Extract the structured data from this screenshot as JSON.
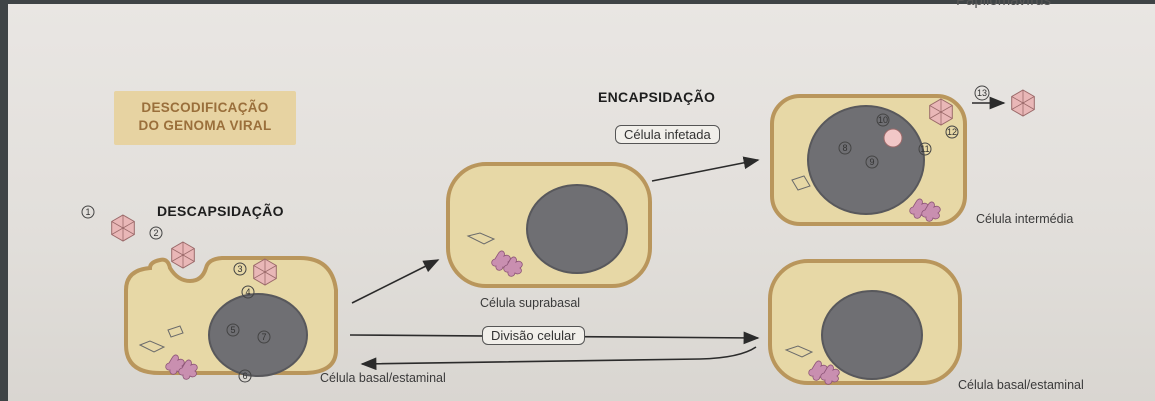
{
  "labels": {
    "header_cut": "Papilomavírus",
    "descodificacao_line1": "DESCODIFICAÇÃO",
    "descodificacao_line2": "DO GENOMA VIRAL",
    "descapsidacao": "DESCAPSIDAÇÃO",
    "encapsidacao": "ENCAPSIDAÇÃO",
    "celula_infetada": "Célula infetada",
    "divisao_celular": "Divisão celular",
    "celula_suprabasal": "Célula suprabasal",
    "celula_intermedia": "Célula intermédia",
    "celula_basal_estaminal_left": "Célula basal/estaminal",
    "celula_basal_estaminal_right": "Célula basal/estaminal"
  },
  "step_numbers": [
    "1",
    "2",
    "3",
    "4",
    "5",
    "6",
    "7",
    "8",
    "9",
    "10",
    "11",
    "12",
    "13"
  ],
  "colors": {
    "cell_fill": "#e7d8a6",
    "cell_border": "#b9965c",
    "nucleus_fill": "#6f6f73",
    "capsid_fill": "#e9b7b7",
    "tag_fill": "#e7d3a2",
    "tag_text": "#9a6f3b"
  }
}
